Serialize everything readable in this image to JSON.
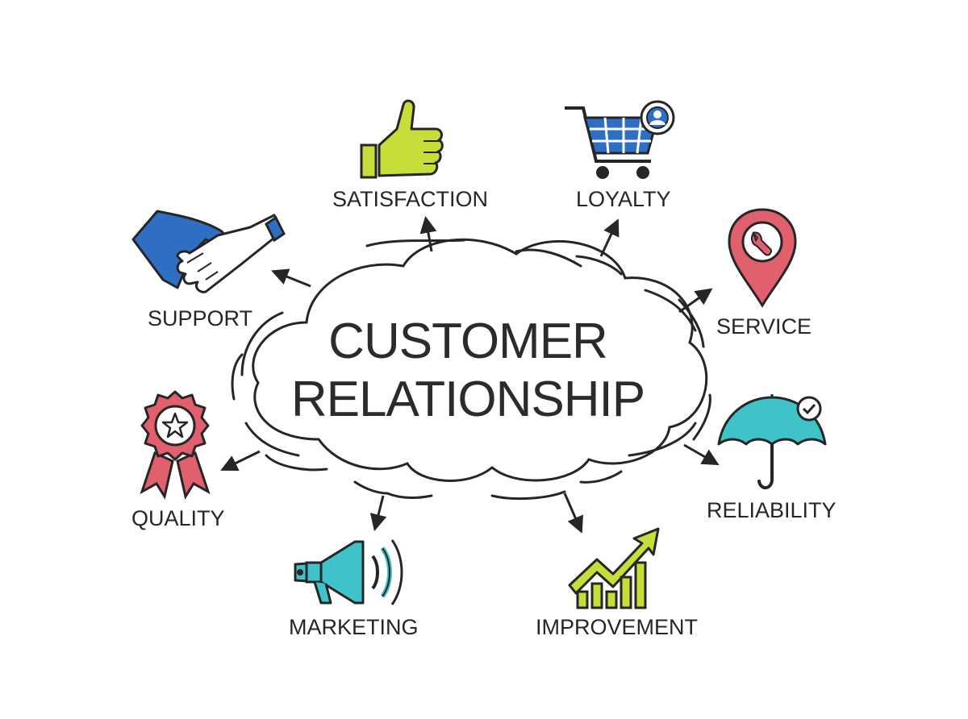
{
  "center": {
    "line1": "CUSTOMER",
    "line2": "RELATIONSHIP"
  },
  "nodes": {
    "satisfaction": "SATISFACTION",
    "loyalty": "LOYALTY",
    "support": "SUPPORT",
    "service": "SERVICE",
    "quality": "QUALITY",
    "reliability": "RELIABILITY",
    "marketing": "MARKETING",
    "improvement": "IMPROVEMENT"
  },
  "icons": {
    "satisfaction": "thumbs-up-icon",
    "loyalty": "shopping-cart-icon",
    "support": "handshake-icon",
    "service": "map-pin-wrench-icon",
    "quality": "award-rosette-icon",
    "reliability": "umbrella-icon",
    "marketing": "megaphone-icon",
    "improvement": "growth-chart-icon"
  },
  "colors": {
    "ink": "#262626",
    "lime": "#c6dd3a",
    "blue": "#2e6fc4",
    "red": "#e0606e",
    "teal": "#3fc3c9"
  }
}
